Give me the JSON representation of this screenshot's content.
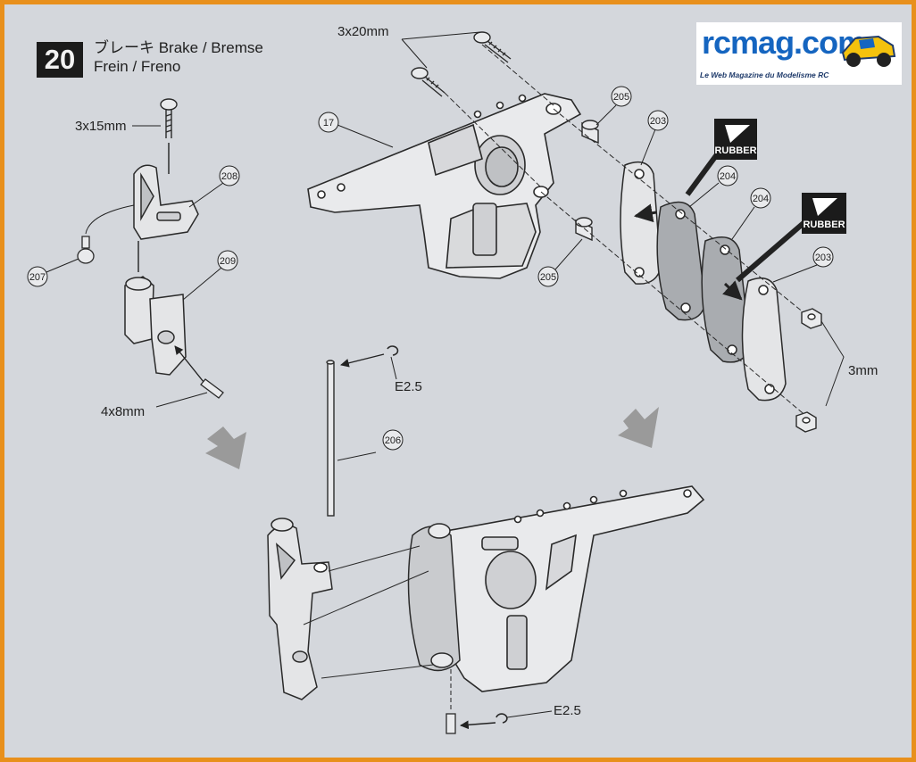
{
  "step": {
    "number": "20",
    "title_line1": "ブレーキ  Brake / Bremse",
    "title_line2": "Frein / Freno"
  },
  "logo": {
    "text": "rcmag.com",
    "tagline": "Le Web Magazine du Modelisme RC"
  },
  "labels": {
    "screw_3x20": "3x20mm",
    "screw_3x15": "3x15mm",
    "setscrew_4x8": "4x8mm",
    "clip_top": "E2.5",
    "clip_bottom": "E2.5",
    "nut_3": "3mm",
    "rubber_1": "RUBBER",
    "rubber_2": "RUBBER"
  },
  "callouts": {
    "c17": "17",
    "c205a": "205",
    "c205b": "205",
    "c203a": "203",
    "c203b": "203",
    "c204a": "204",
    "c204b": "204",
    "c208": "208",
    "c209": "209",
    "c207": "207",
    "c206": "206"
  },
  "colors": {
    "border": "#e8901c",
    "paper": "#d4d7dc",
    "line": "#2a2a2a",
    "pad": "#a9acb0",
    "logo_blue": "#1565c0"
  }
}
